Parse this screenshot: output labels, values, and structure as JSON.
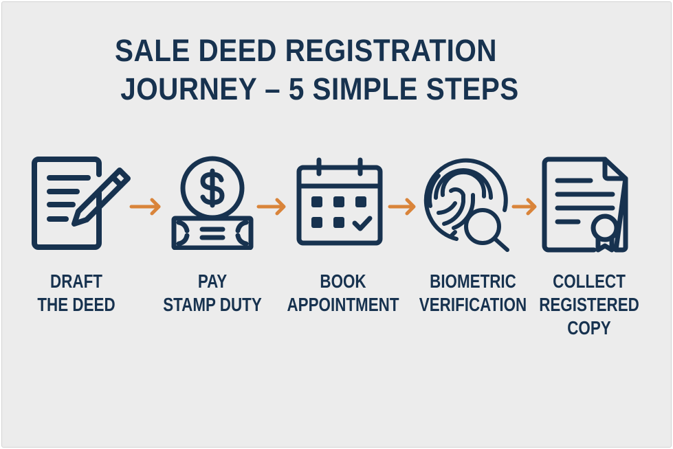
{
  "title": {
    "line1": "SALE DEED REGISTRATION",
    "line2": "JOURNEY – 5 SIMPLE STEPS"
  },
  "colors": {
    "primary": "#17324f",
    "accent": "#d9843a",
    "background": "#ececec"
  },
  "steps": [
    {
      "icon": "document-pencil-icon",
      "lines": [
        "DRAFT",
        "THE DEED"
      ]
    },
    {
      "icon": "coin-money-icon",
      "lines": [
        "PAY",
        "STAMP DUTY"
      ]
    },
    {
      "icon": "calendar-check-icon",
      "lines": [
        "BOOK",
        "APPOINTMENT"
      ]
    },
    {
      "icon": "fingerprint-search-icon",
      "lines": [
        "BIOMETRIC",
        "VERIFICATION"
      ]
    },
    {
      "icon": "certificate-document-icon",
      "lines": [
        "COLLECT",
        "REGISTERED",
        "COPY"
      ]
    }
  ]
}
